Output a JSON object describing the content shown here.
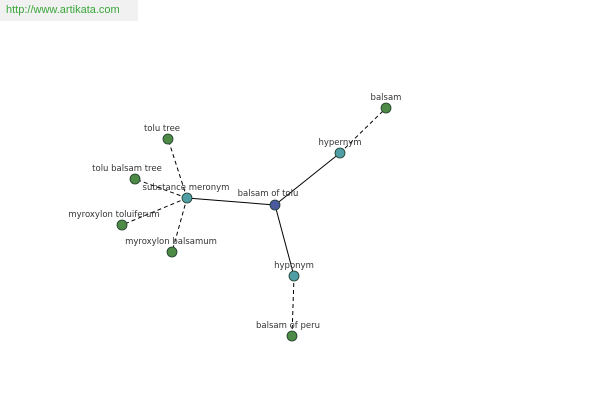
{
  "watermark": {
    "url": "http://www.artikata.com"
  },
  "colors": {
    "root": "#4b5aa0",
    "relation": "#4f9ea6",
    "term": "#4d8a46",
    "edge": "#000000",
    "node_stroke": "#1f3b2a"
  },
  "nodes": [
    {
      "id": "balsam-of-tolu",
      "label": "balsam of tolu",
      "kind": "root"
    },
    {
      "id": "hypernym",
      "label": "hypernym",
      "kind": "relation"
    },
    {
      "id": "balsam",
      "label": "balsam",
      "kind": "term"
    },
    {
      "id": "hyponym",
      "label": "hyponym",
      "kind": "relation"
    },
    {
      "id": "balsam-of-peru",
      "label": "balsam of peru",
      "kind": "term"
    },
    {
      "id": "substance-meronym",
      "label": "substance meronym",
      "kind": "relation"
    },
    {
      "id": "tolu-tree",
      "label": "tolu tree",
      "kind": "term"
    },
    {
      "id": "tolu-balsam-tree",
      "label": "tolu balsam tree",
      "kind": "term"
    },
    {
      "id": "myroxylon-toluiferum",
      "label": "myroxylon toluiferum",
      "kind": "term"
    },
    {
      "id": "myroxylon-balsamum",
      "label": "myroxylon balsamum",
      "kind": "term"
    }
  ],
  "edges": [
    {
      "from": "balsam-of-tolu",
      "to": "hypernym",
      "style": "solid"
    },
    {
      "from": "balsam-of-tolu",
      "to": "hyponym",
      "style": "solid"
    },
    {
      "from": "balsam-of-tolu",
      "to": "substance-meronym",
      "style": "solid"
    },
    {
      "from": "hypernym",
      "to": "balsam",
      "style": "dashed"
    },
    {
      "from": "hyponym",
      "to": "balsam-of-peru",
      "style": "dashed"
    },
    {
      "from": "substance-meronym",
      "to": "tolu-tree",
      "style": "dashed"
    },
    {
      "from": "substance-meronym",
      "to": "tolu-balsam-tree",
      "style": "dashed"
    },
    {
      "from": "substance-meronym",
      "to": "myroxylon-toluiferum",
      "style": "dashed"
    },
    {
      "from": "substance-meronym",
      "to": "myroxylon-balsamum",
      "style": "dashed"
    }
  ]
}
